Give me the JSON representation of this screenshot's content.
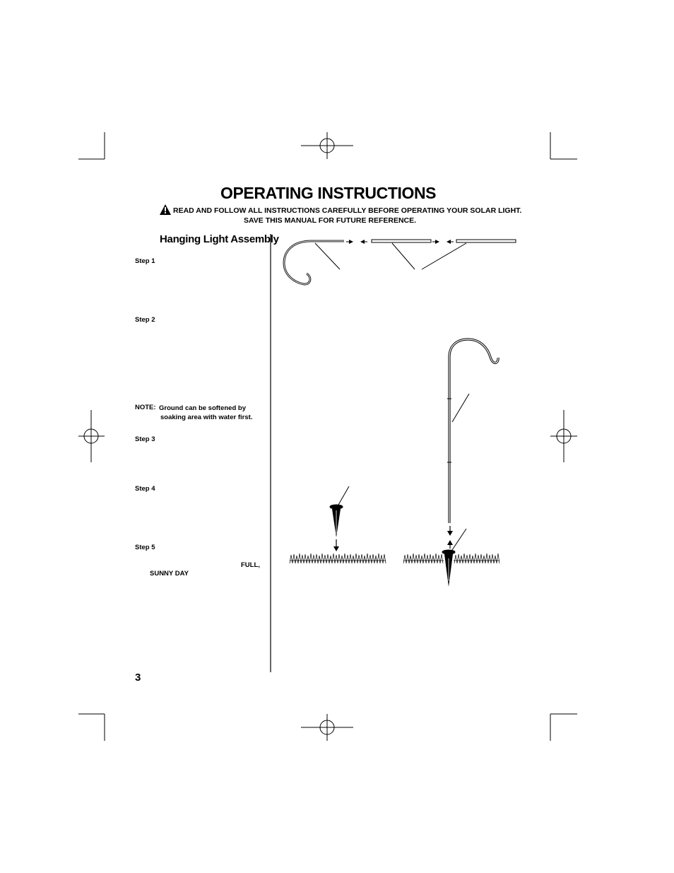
{
  "header": {
    "title": "OPERATING INSTRUCTIONS",
    "warning_line1": "READ AND FOLLOW ALL INSTRUCTIONS CAREFULLY BEFORE OPERATING YOUR SOLAR LIGHT.",
    "warning_line2": "SAVE THIS MANUAL FOR FUTURE REFERENCE."
  },
  "section": {
    "heading": "Hanging Light Assembly"
  },
  "steps": [
    {
      "label": "Step 1"
    },
    {
      "label": "Step 2"
    },
    {
      "label": "Step 3"
    },
    {
      "label": "Step 4"
    },
    {
      "label": "Step 5"
    }
  ],
  "note": {
    "label": "NOTE:",
    "line1": "Ground can be softened by",
    "line2": "soaking area with water first."
  },
  "step5_emphasis": {
    "word1": "FULL,",
    "word2": "SUNNY DAY"
  },
  "footer": {
    "page_number": "3"
  },
  "icons": {
    "warning": "warning-triangle-icon"
  }
}
